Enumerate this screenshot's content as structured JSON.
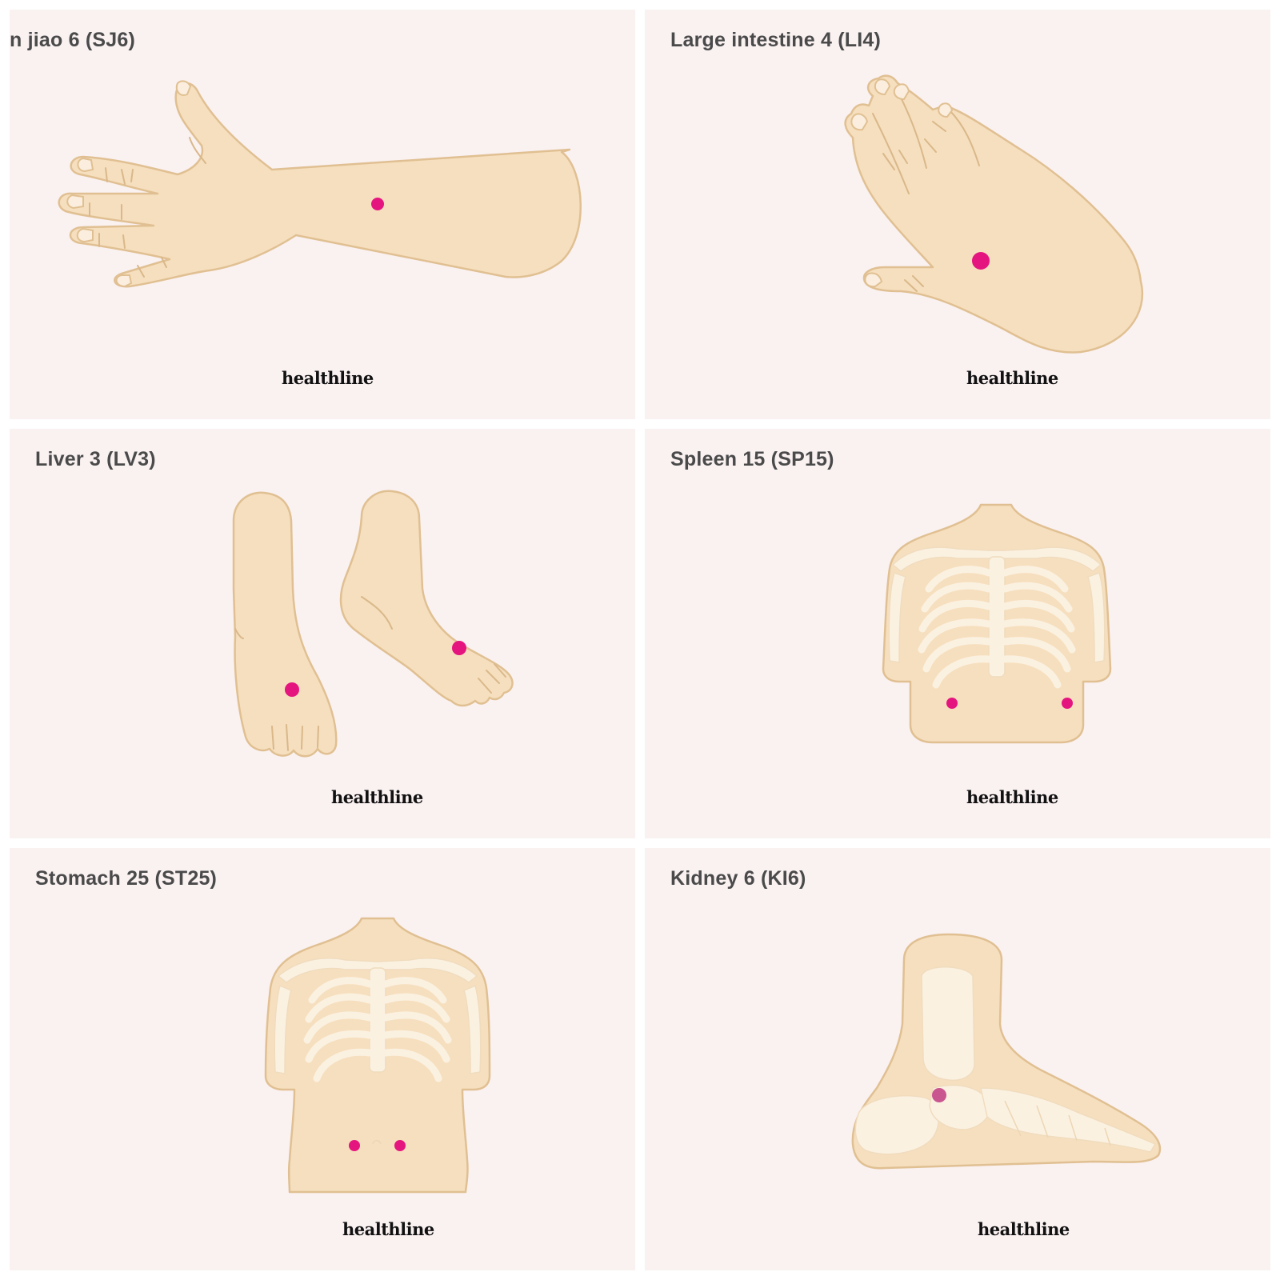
{
  "panels": [
    {
      "title": "n jiao 6 (SJ6)",
      "logo": "healthline",
      "illustration": "forearm-and-hand"
    },
    {
      "title": "Large intestine 4 (LI4)",
      "logo": "healthline",
      "illustration": "hand-back"
    },
    {
      "title": "Liver 3 (LV3)",
      "logo": "healthline",
      "illustration": "feet"
    },
    {
      "title": "Spleen 15 (SP15)",
      "logo": "healthline",
      "illustration": "torso-ribcage"
    },
    {
      "title": "Stomach 25 (ST25)",
      "logo": "healthline",
      "illustration": "torso-abdomen"
    },
    {
      "title": "Kidney 6 (KI6)",
      "logo": "healthline",
      "illustration": "foot-side-bones"
    }
  ],
  "colors": {
    "panel_background": "#faf1f1",
    "skin": "#f6dfbe",
    "skin_outline": "#e0c092",
    "bone": "#fbf1e1",
    "acupressure_point": "#e5157f",
    "title_text": "#4a4a4a"
  }
}
